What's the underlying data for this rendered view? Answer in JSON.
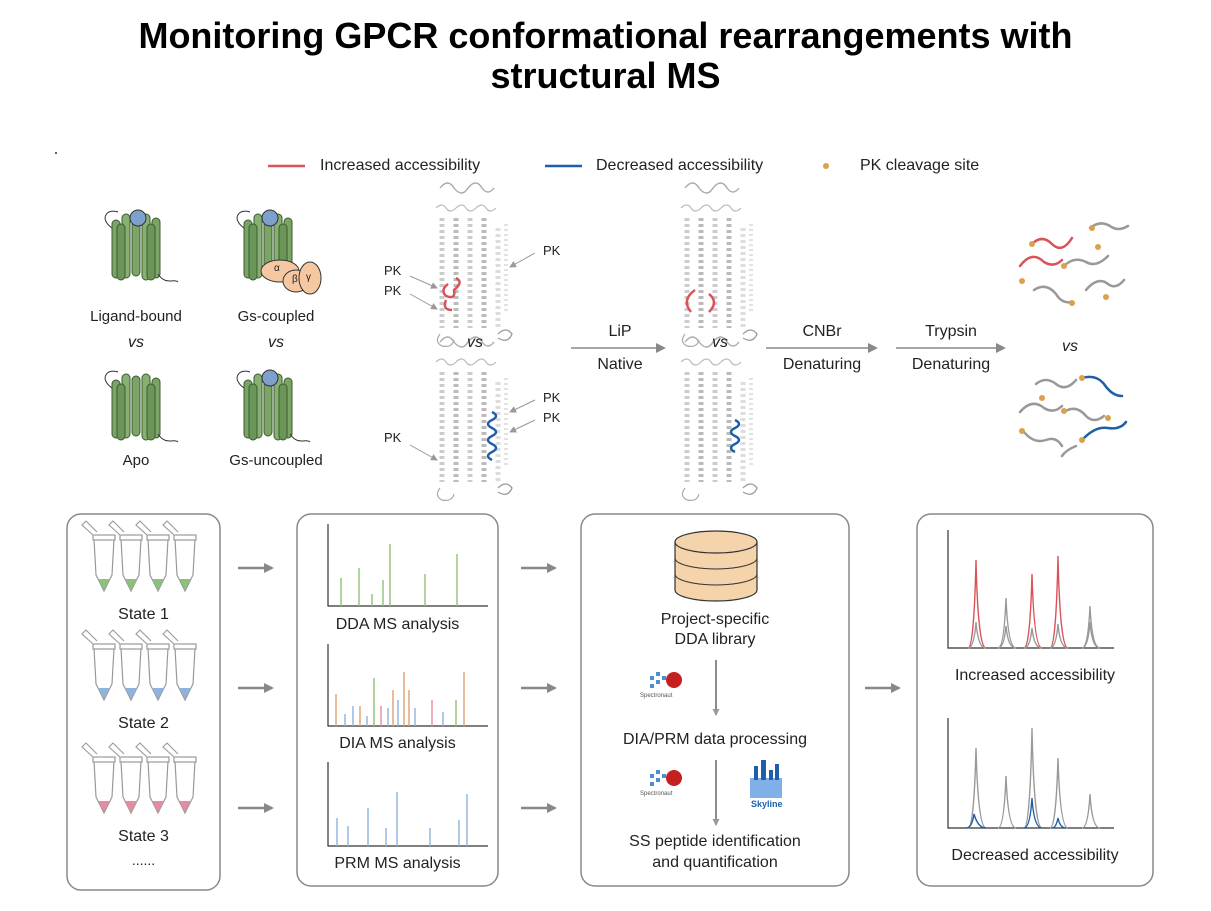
{
  "title": {
    "line1": "Monitoring GPCR conformational rearrangements with",
    "line2": "structural MS"
  },
  "legend": {
    "increased": "Increased accessibility",
    "decreased": "Decreased accessibility",
    "pk_site": "PK cleavage site"
  },
  "colors": {
    "increased": "#d9535a",
    "decreased": "#1f5fa8",
    "pk_dot": "#d9a24a",
    "receptor": "#7aa566",
    "arrow": "#888888"
  },
  "top": {
    "ligand_bound": "Ligand-bound",
    "gs_coupled": "Gs-coupled",
    "apo": "Apo",
    "gs_uncoupled": "Gs-uncoupled",
    "vs": "vs",
    "alpha": "α",
    "beta": "β",
    "gamma": "γ",
    "pk": "PK",
    "lip": "LiP",
    "native": "Native",
    "cnbr": "CNBr",
    "denaturing": "Denaturing",
    "trypsin": "Trypsin"
  },
  "bottom": {
    "state1": "State 1",
    "state2": "State 2",
    "state3": "State 3",
    "dots": "......",
    "dda": "DDA MS analysis",
    "dia": "DIA MS analysis",
    "prm": "PRM MS analysis",
    "library_line1": "Project-specific",
    "library_line2": "DDA library",
    "processing": "DIA/PRM data processing",
    "ss_line1": "SS peptide identification",
    "ss_line2": "and quantification",
    "spectronaut": "Spectronaut",
    "skyline": "Skyline",
    "increased_acc": "Increased accessibility",
    "decreased_acc": "Decreased accessibility"
  }
}
